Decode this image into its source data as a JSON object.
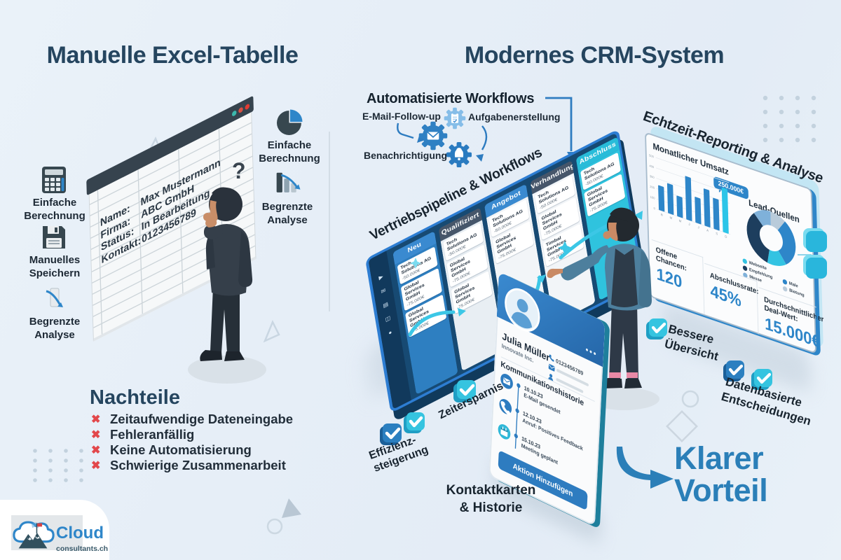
{
  "colors": {
    "background": "#e8f0f8",
    "navy_title": "#25455f",
    "text_dark": "#1d2935",
    "blue_primary": "#2e86c9",
    "cyan_accent": "#33c3e2",
    "red_cross": "#e2474b"
  },
  "left": {
    "title": "Manuelle Excel-Tabelle",
    "features": [
      {
        "icon": "calculator-icon",
        "label": "Einfache\nBerechnung"
      },
      {
        "icon": "floppy-disk-icon",
        "label": "Manuelles\nSpeichern"
      },
      {
        "icon": "declining-chart-icon",
        "label": "Begrenzte\nAnalyse"
      }
    ],
    "right_features": [
      {
        "icon": "pie-chart-icon",
        "label": "Einfache\nBerechnung"
      },
      {
        "icon": "bars-down-icon",
        "label": "Begrenzte\nAnalyse"
      }
    ],
    "spreadsheet": {
      "window_dots": [
        "#3cb8ac",
        "#d95043",
        "#e23b33"
      ],
      "question_mark": "?",
      "rows": [
        {
          "label": "Name:",
          "value": "Max Mustermann"
        },
        {
          "label": "Firma:",
          "value": "ABC GmbH"
        },
        {
          "label": "Status:",
          "value": "In Bearbeitung"
        },
        {
          "label": "Kontakt:",
          "value": "0123456789"
        }
      ]
    },
    "nachteile": {
      "title": "Nachteile",
      "items": [
        "Zeitaufwendige Dateneingabe",
        "Fehleranfällig",
        "Keine Automatisierung",
        "Schwierige Zusammenarbeit"
      ]
    }
  },
  "crm": {
    "title": "Modernes CRM-System",
    "workflows": {
      "heading": "Automatisierte Workflows",
      "labels": [
        "E-Mail-Follow-up",
        "Aufgabenerstellung",
        "Benachrichtigung"
      ]
    },
    "pipeline": {
      "heading": "Vertriebspipeline & Workflows",
      "columns": [
        {
          "label": "Neu",
          "cards": [
            {
              "name": "Tech Solutions AG",
              "value": "-50.000€"
            },
            {
              "name": "Global Services GmbH",
              "value": "-75.000€"
            },
            {
              "name": "Global Services GmbH",
              "value": "-75.000€"
            }
          ]
        },
        {
          "label": "Qualifiziert",
          "cards": [
            {
              "name": "Tech Solutions AG",
              "value": "-50.000€"
            },
            {
              "name": "Global Services GmbH",
              "value": "-75.000€"
            },
            {
              "name": "Global Services GmbH",
              "value": "-75.000€"
            }
          ]
        },
        {
          "label": "Angebot",
          "cards": [
            {
              "name": "Tech Solutions AG",
              "value": "-50.000€"
            },
            {
              "name": "Global Services GmbH",
              "value": "-75.000€"
            }
          ]
        },
        {
          "label": "Verhandlung",
          "cards": [
            {
              "name": "Tech Solutions AG",
              "value": "-50.000€"
            },
            {
              "name": "Global Services GmbH",
              "value": "-75.000€"
            },
            {
              "name": "Timbal Services GmbH",
              "value": "-75.000€"
            }
          ]
        },
        {
          "label": "Abschluss",
          "cards": [
            {
              "name": "Tech Solutions AG",
              "value": "-50.000€"
            },
            {
              "name": "Global Services GmbH",
              "value": "-75.000€"
            }
          ]
        }
      ]
    },
    "dashboard": {
      "heading": "Echtzeit-Reporting & Analyse",
      "revenue_title": "Monatlicher Umsatz",
      "badge": "250.000€",
      "leads_title": "Lead-Quellen",
      "stats": [
        {
          "label": "Offene\nChancen:",
          "value": "120"
        },
        {
          "label": "Abschlussrate:",
          "value": "45%"
        },
        {
          "label": "Durchschnittlicher\nDeal-Wert:",
          "value": "15.000€"
        }
      ]
    },
    "contact_card": {
      "name": "Julia Müller",
      "company": "Innovate Inc.",
      "phone": "0123456789",
      "history_title": "Kommunikationshistorie",
      "events": [
        {
          "date": "10.10.23",
          "desc": "E-Mail gesendet"
        },
        {
          "date": "12.10.23",
          "desc": "Anruf: Positives Feedback"
        },
        {
          "date": "15.10.23",
          "desc": "Meeting geplant"
        }
      ],
      "button": "Aktion Hinzufügen",
      "caption": "Kontaktkarten\n& Historie"
    },
    "benefits": [
      {
        "label": "Effizienz-\nsteigerung"
      },
      {
        "label": "Zeitersparnis"
      },
      {
        "label": "Bessere\nÜbersicht"
      },
      {
        "label": "Datenbasierte\nEntscheidungen"
      }
    ],
    "conclusion": "Klarer\nVorteil"
  },
  "logo": {
    "name": "Cloud",
    "domain": "consultants.ch"
  },
  "chart_data": [
    {
      "type": "bar",
      "title": "Monatlicher Umsatz",
      "categories": [
        "B",
        "M",
        "M",
        "J",
        "J",
        "A",
        "S",
        "D"
      ],
      "values": [
        240,
        290,
        200,
        420,
        250,
        360,
        300,
        430
      ],
      "ylim": [
        0,
        500
      ],
      "y_ticks": [
        0,
        100,
        200,
        300,
        400,
        500
      ],
      "bar_color": "#2e86c9",
      "highlight_index": 7,
      "highlight_color": "#2cc5e8",
      "annotation": "250.000€",
      "xlabel": "",
      "ylabel": ""
    },
    {
      "type": "pie",
      "donut": true,
      "title": "Lead-Quellen",
      "slices": [
        {
          "label": "Bietung",
          "value": 10,
          "color": "#b9cbda"
        },
        {
          "label": "Male",
          "value": 30,
          "color": "#2e86c9"
        },
        {
          "label": "Webseite",
          "value": 13,
          "color": "#33c3e2"
        },
        {
          "label": "Empfehlung",
          "value": 35,
          "color": "#1d3e5e"
        },
        {
          "label": "Messe",
          "value": 12,
          "color": "#7fb1da"
        }
      ],
      "legend": [
        {
          "label": "Webseite",
          "color": "#33c3e2"
        },
        {
          "label": "Empfehlung",
          "color": "#1d3e5e"
        },
        {
          "label": "Messe",
          "color": "#7fb1da"
        },
        {
          "label": "Male",
          "color": "#2e86c9"
        },
        {
          "label": "Bietung",
          "color": "#b9cbda"
        }
      ]
    }
  ]
}
